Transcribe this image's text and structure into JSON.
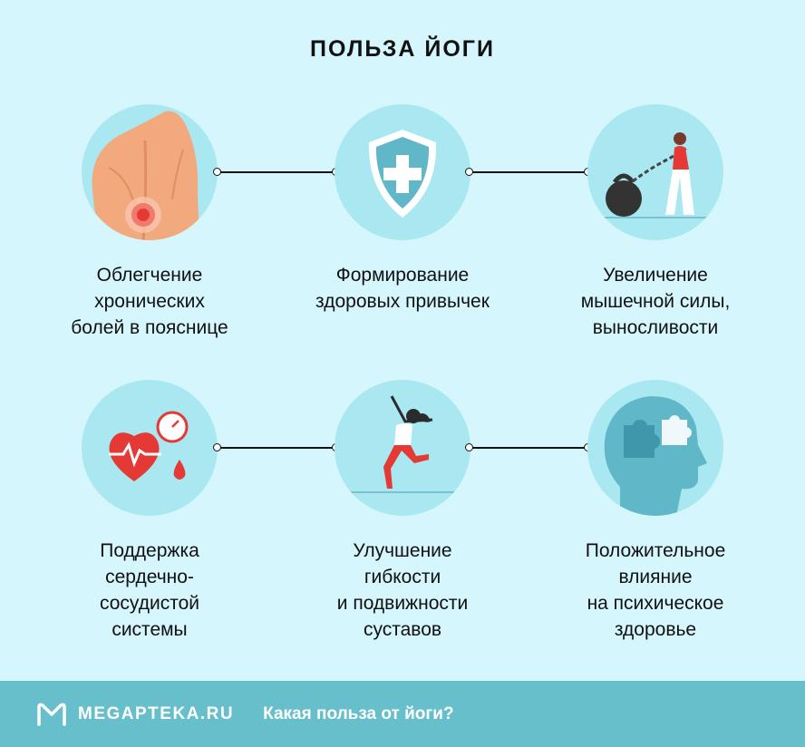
{
  "title": "ПОЛЬЗА ЙОГИ",
  "benefits": [
    {
      "icon": "back-pain-icon",
      "lines": [
        "Облегчение",
        "хронических",
        "болей в пояснице"
      ]
    },
    {
      "icon": "shield-plus-icon",
      "lines": [
        "Формирование",
        "здоровых привычек"
      ]
    },
    {
      "icon": "woman-pulling-kettlebell-icon",
      "lines": [
        "Увеличение",
        "мышечной силы,",
        "выносливости"
      ]
    },
    {
      "icon": "heart-pressure-icon",
      "lines": [
        "Поддержка",
        "сердечно-",
        "сосудистой",
        "системы"
      ]
    },
    {
      "icon": "woman-jumping-icon",
      "lines": [
        "Улучшение",
        "гибкости",
        "и подвижности",
        "суставов"
      ]
    },
    {
      "icon": "head-puzzle-icon",
      "lines": [
        "Положительное",
        "влияние",
        "на психическое",
        "здоровье"
      ]
    }
  ],
  "footer": {
    "logo_icon": "megapteka-logo-icon",
    "brand": "MEGAPTEKA.RU",
    "tagline": "Какая польза от йоги?"
  },
  "colors": {
    "background": "#d4f6fc",
    "circle": "#a9e7f1",
    "footer": "#68bfcc",
    "accent_red": "#e53935",
    "accent_teal": "#5fb7c7"
  }
}
